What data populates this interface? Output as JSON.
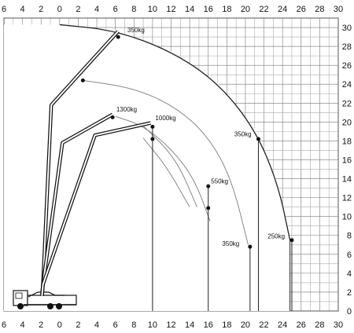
{
  "chart_data": {
    "type": "load-range-diagram",
    "x_ticks_top": [
      "6",
      "4",
      "2",
      "0",
      "2",
      "4",
      "6",
      "8",
      "10",
      "12",
      "14",
      "16",
      "18",
      "20",
      "22",
      "24",
      "26",
      "28",
      "30"
    ],
    "x_ticks_bottom": [
      "6",
      "4",
      "2",
      "0",
      "2",
      "4",
      "6",
      "8",
      "10",
      "12",
      "14",
      "16",
      "18",
      "20",
      "22",
      "24",
      "26",
      "28",
      "30"
    ],
    "y_ticks": [
      "0",
      "2",
      "4",
      "6",
      "8",
      "10",
      "12",
      "14",
      "16",
      "18",
      "20",
      "22",
      "24",
      "26",
      "28",
      "30"
    ],
    "x_range": [
      -6,
      30
    ],
    "y_range": [
      0,
      31
    ],
    "grid": true,
    "envelopes": [
      {
        "color": "#222222",
        "points": [
          [
            0,
            30.3
          ],
          [
            6,
            29.7
          ],
          [
            12,
            27.5
          ],
          [
            17,
            24.2
          ],
          [
            21,
            19.3
          ],
          [
            23.5,
            13.5
          ],
          [
            24.8,
            7.5
          ]
        ]
      },
      {
        "color": "#888888",
        "points": [
          [
            2.5,
            24.4
          ],
          [
            8,
            23.6
          ],
          [
            12.5,
            21.6
          ],
          [
            16,
            18.5
          ],
          [
            18.5,
            14
          ],
          [
            20.3,
            7
          ]
        ]
      },
      {
        "color": "#888888",
        "points": [
          [
            6,
            20.6
          ],
          [
            9,
            19.6
          ],
          [
            12,
            17.2
          ],
          [
            14.5,
            14
          ],
          [
            16.2,
            9.5
          ]
        ]
      },
      {
        "color": "#888888",
        "points": [
          [
            9,
            19.6
          ],
          [
            12.5,
            16.2
          ],
          [
            14.8,
            11
          ]
        ]
      },
      {
        "color": "#888888",
        "points": [
          [
            9,
            18.3
          ],
          [
            11.5,
            15.3
          ],
          [
            14,
            11
          ]
        ]
      }
    ],
    "load_points": [
      {
        "label": "350kg",
        "x": 6.3,
        "y": 29.0,
        "label_dx": 1,
        "label_dy": 0.5
      },
      {
        "label": "1300kg",
        "x": 5.7,
        "y": 20.5,
        "label_dx": 0.4,
        "label_dy": 0.6
      },
      {
        "label": "1000kg",
        "x": 10.0,
        "y": 19.5,
        "label_dx": 0.3,
        "label_dy": 0.7
      },
      {
        "label": "550kg",
        "x": 16.0,
        "y": 13.2,
        "label_dx": 0.3,
        "label_dy": 0.3
      },
      {
        "label": "350kg",
        "x": 21.4,
        "y": 18.2,
        "label_dx": -2.6,
        "label_dy": 0.3
      },
      {
        "label": "350kg",
        "x": 20.5,
        "y": 6.8,
        "label_dx": -3.0,
        "label_dy": 0.1
      },
      {
        "label": "250kg",
        "x": 25.0,
        "y": 7.5,
        "label_dx": -2.6,
        "label_dy": 0.2
      }
    ],
    "drop_lines": [
      {
        "x": 10.0,
        "y": 19.5
      },
      {
        "x": 16.0,
        "y": 13.2
      },
      {
        "x": 20.5,
        "y": 6.8
      },
      {
        "x": 21.4,
        "y": 18.2
      },
      {
        "x": 25.0,
        "y": 7.5
      }
    ],
    "extra_markers": [
      {
        "x": 2.5,
        "y": 24.4
      },
      {
        "x": 10.0,
        "y": 18.2
      },
      {
        "x": 16.0,
        "y": 10.9
      }
    ],
    "booms": [
      {
        "points": [
          [
            -1.9,
            1.6
          ],
          [
            -1.8,
            2.8
          ],
          [
            -0.9,
            21.8
          ],
          [
            2.6,
            25.6
          ],
          [
            6.3,
            29.6
          ]
        ]
      },
      {
        "points": [
          [
            -1.9,
            1.6
          ],
          [
            -1.8,
            2.8
          ],
          [
            0.3,
            17.8
          ],
          [
            5.7,
            20.8
          ]
        ]
      },
      {
        "points": [
          [
            -1.9,
            1.6
          ],
          [
            -1.8,
            2.8
          ],
          [
            3.8,
            18.6
          ],
          [
            9.8,
            19.9
          ]
        ]
      }
    ]
  }
}
